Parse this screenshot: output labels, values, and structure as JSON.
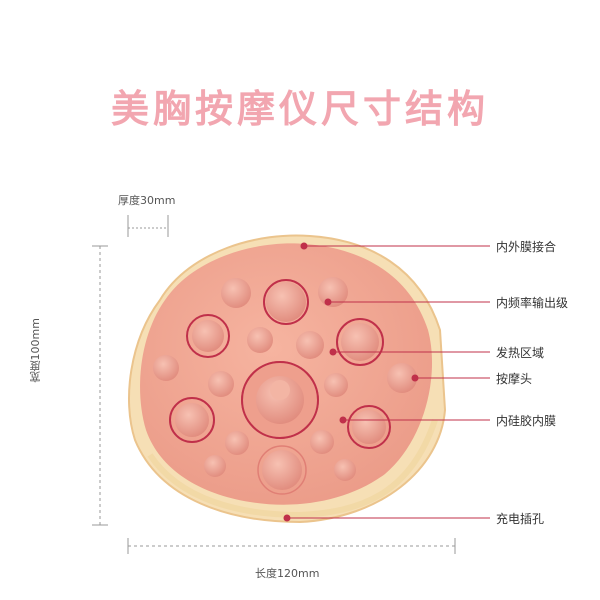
{
  "title": "美胸按摩仪尺寸结构",
  "dimensions": {
    "thickness": "厚度30mm",
    "width": "宽度100mm",
    "length": "长度120mm"
  },
  "callouts": [
    {
      "id": "outer-film",
      "label": "内外膜接合"
    },
    {
      "id": "frequency",
      "label": "内频率输出级"
    },
    {
      "id": "heating",
      "label": "发热区域"
    },
    {
      "id": "massage-head",
      "label": "按摩头"
    },
    {
      "id": "silicone-film",
      "label": "内硅胶内膜"
    },
    {
      "id": "charging-port",
      "label": "充电插孔"
    }
  ],
  "colors": {
    "title": "#f2a6b0",
    "accent": "#c0304a",
    "device_body": "#f0a590",
    "device_rim": "#f3d7a8",
    "nub": "#e6958a"
  }
}
